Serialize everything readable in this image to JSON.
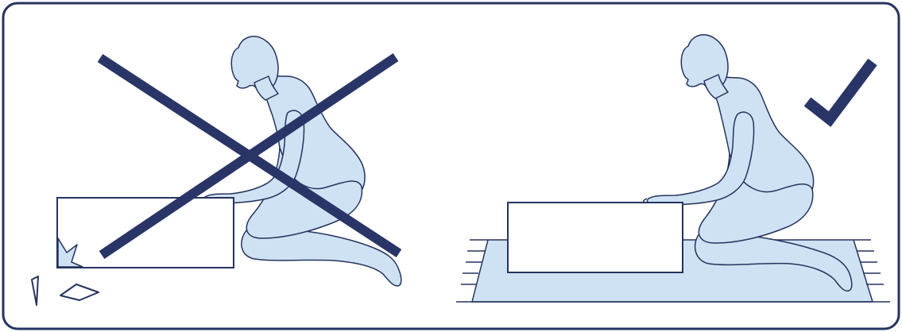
{
  "colors": {
    "outline": "#25335f",
    "figure_fill": "#cfe2f3",
    "mark": "#2a3567",
    "background": "#ffffff"
  },
  "panels": [
    {
      "id": "incorrect",
      "verdict_icon": "cross-icon",
      "meaning": "incorrect"
    },
    {
      "id": "correct",
      "verdict_icon": "check-icon",
      "meaning": "correct"
    }
  ]
}
